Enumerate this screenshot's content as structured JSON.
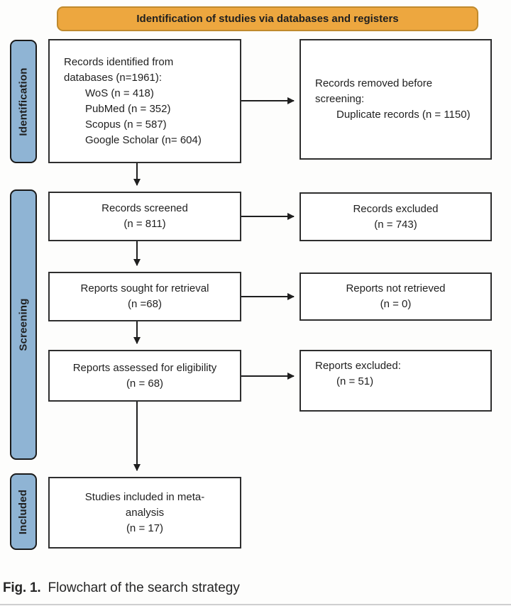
{
  "banner": {
    "label": "Identification of studies via databases and registers"
  },
  "stages": {
    "identification": "Identification",
    "screening": "Screening",
    "included": "Included"
  },
  "boxes": {
    "records_identified": {
      "lines": [
        "Records identified from",
        "databases (n=1961):",
        "WoS (n = 418)",
        "PubMed (n = 352)",
        "Scopus (n = 587)",
        "Google Scholar (n= 604)"
      ]
    },
    "records_removed": {
      "lines": [
        "Records removed before",
        "screening:",
        "Duplicate records (n = 1150)"
      ]
    },
    "records_screened": {
      "lines": [
        "Records screened",
        "(n = 811)"
      ]
    },
    "records_excluded": {
      "lines": [
        "Records excluded",
        "(n = 743)"
      ]
    },
    "reports_sought": {
      "lines": [
        "Reports sought for retrieval",
        "(n =68)"
      ]
    },
    "reports_not_retrieved": {
      "lines": [
        "Reports not retrieved",
        "(n = 0)"
      ]
    },
    "reports_assessed": {
      "lines": [
        "Reports assessed for eligibility",
        "(n = 68)"
      ]
    },
    "reports_excluded_right": {
      "lines": [
        "Reports excluded:",
        "(n = 51)"
      ]
    },
    "studies_included": {
      "lines": [
        "Studies included in meta-",
        "analysis",
        "(n = 17)"
      ]
    }
  },
  "caption": {
    "label": "Fig. 1.",
    "text": "Flowchart of the search strategy"
  },
  "colors": {
    "banner_fill": "#EDA73F",
    "banner_border": "#C08A2D",
    "stage_fill": "#8FB4D4",
    "stage_border": "#1A1A1A",
    "box_border": "#2E2E2E",
    "arrow": "#1F1F1F",
    "text": "#1F1F1F"
  }
}
